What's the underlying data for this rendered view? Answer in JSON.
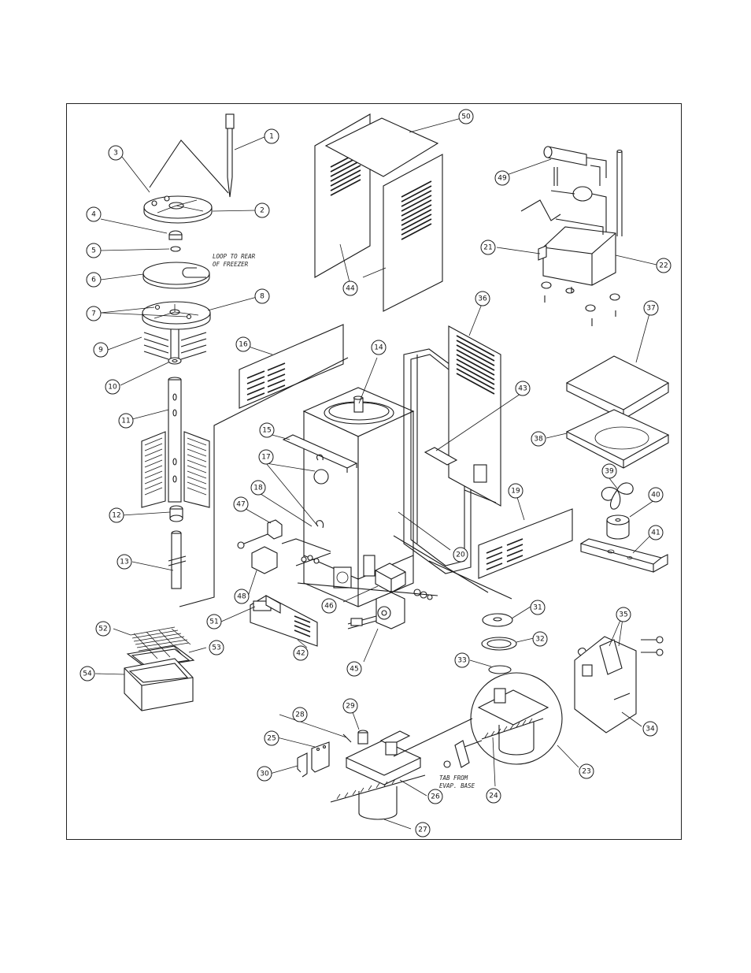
{
  "callouts": [
    "1",
    "2",
    "3",
    "4",
    "5",
    "6",
    "7",
    "8",
    "9",
    "10",
    "11",
    "12",
    "13",
    "14",
    "15",
    "16",
    "17",
    "18",
    "19",
    "20",
    "21",
    "22",
    "23",
    "24",
    "25",
    "26",
    "27",
    "28",
    "29",
    "30",
    "31",
    "32",
    "33",
    "34",
    "35",
    "36",
    "37",
    "38",
    "39",
    "40",
    "41",
    "42",
    "43",
    "44",
    "45",
    "46",
    "47",
    "48",
    "49",
    "50",
    "51",
    "52",
    "53",
    "54"
  ],
  "notes": {
    "loop_line1": "LOOP TO REAR",
    "loop_line2": "OF FREEZER",
    "tab_line1": "TAB FROM",
    "tab_line2": "EVAP. BASE"
  },
  "colors": {
    "ink": "#1a1a1a",
    "paper": "#ffffff"
  }
}
